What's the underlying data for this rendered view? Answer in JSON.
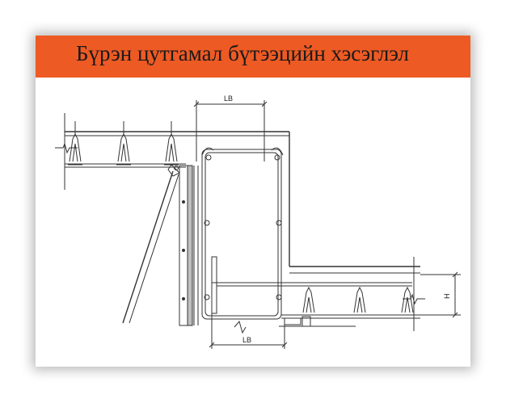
{
  "slide": {
    "title": "Бүрэн цутгамал бүтээцийн хэсэглэл",
    "accent_color": "#ee5a24"
  },
  "diagram": {
    "dim_top_label": "LB",
    "dim_bottom_label": "LB",
    "dim_height_label": "H"
  }
}
